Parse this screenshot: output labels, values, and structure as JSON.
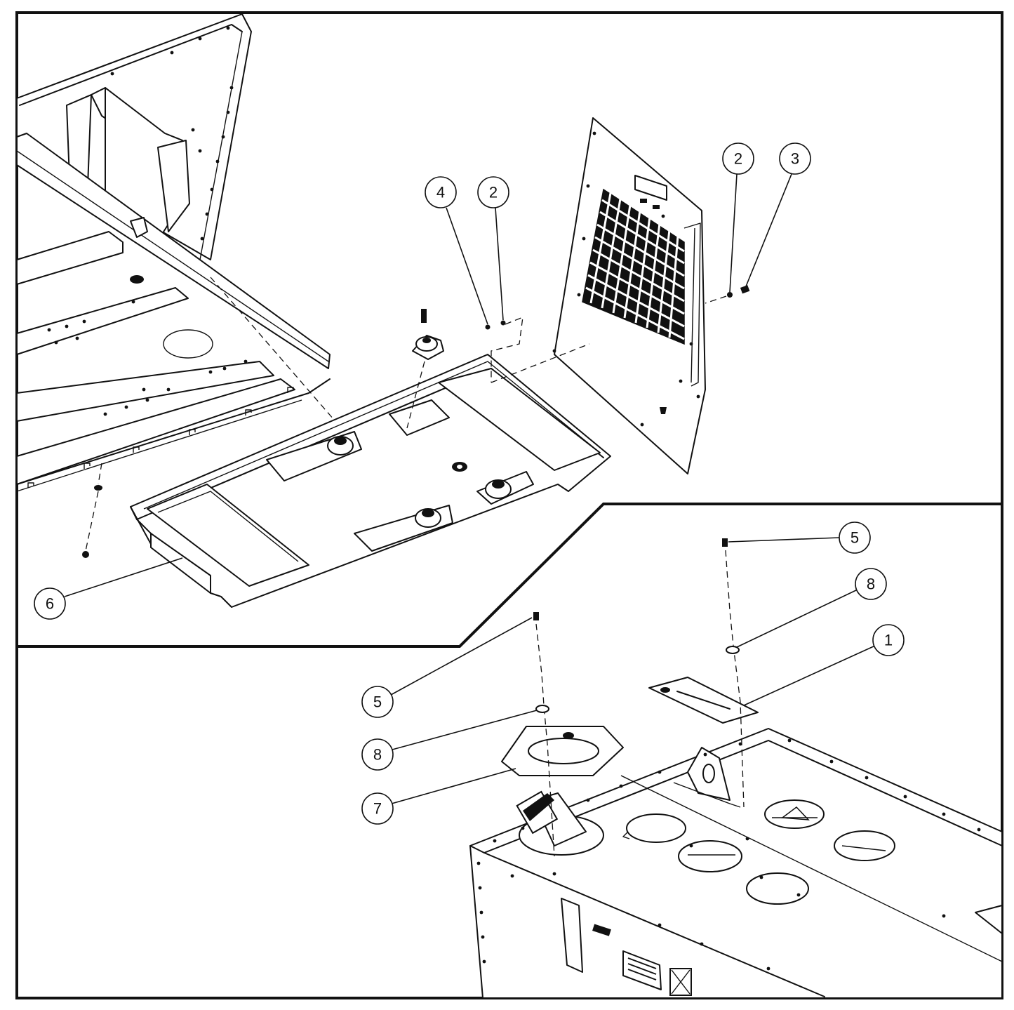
{
  "callouts": {
    "c1": "1",
    "c2a": "2",
    "c2b": "2",
    "c3": "3",
    "c4": "4",
    "c5a": "5",
    "c5b": "5",
    "c6": "6",
    "c7": "7",
    "c8a": "8",
    "c8b": "8"
  }
}
